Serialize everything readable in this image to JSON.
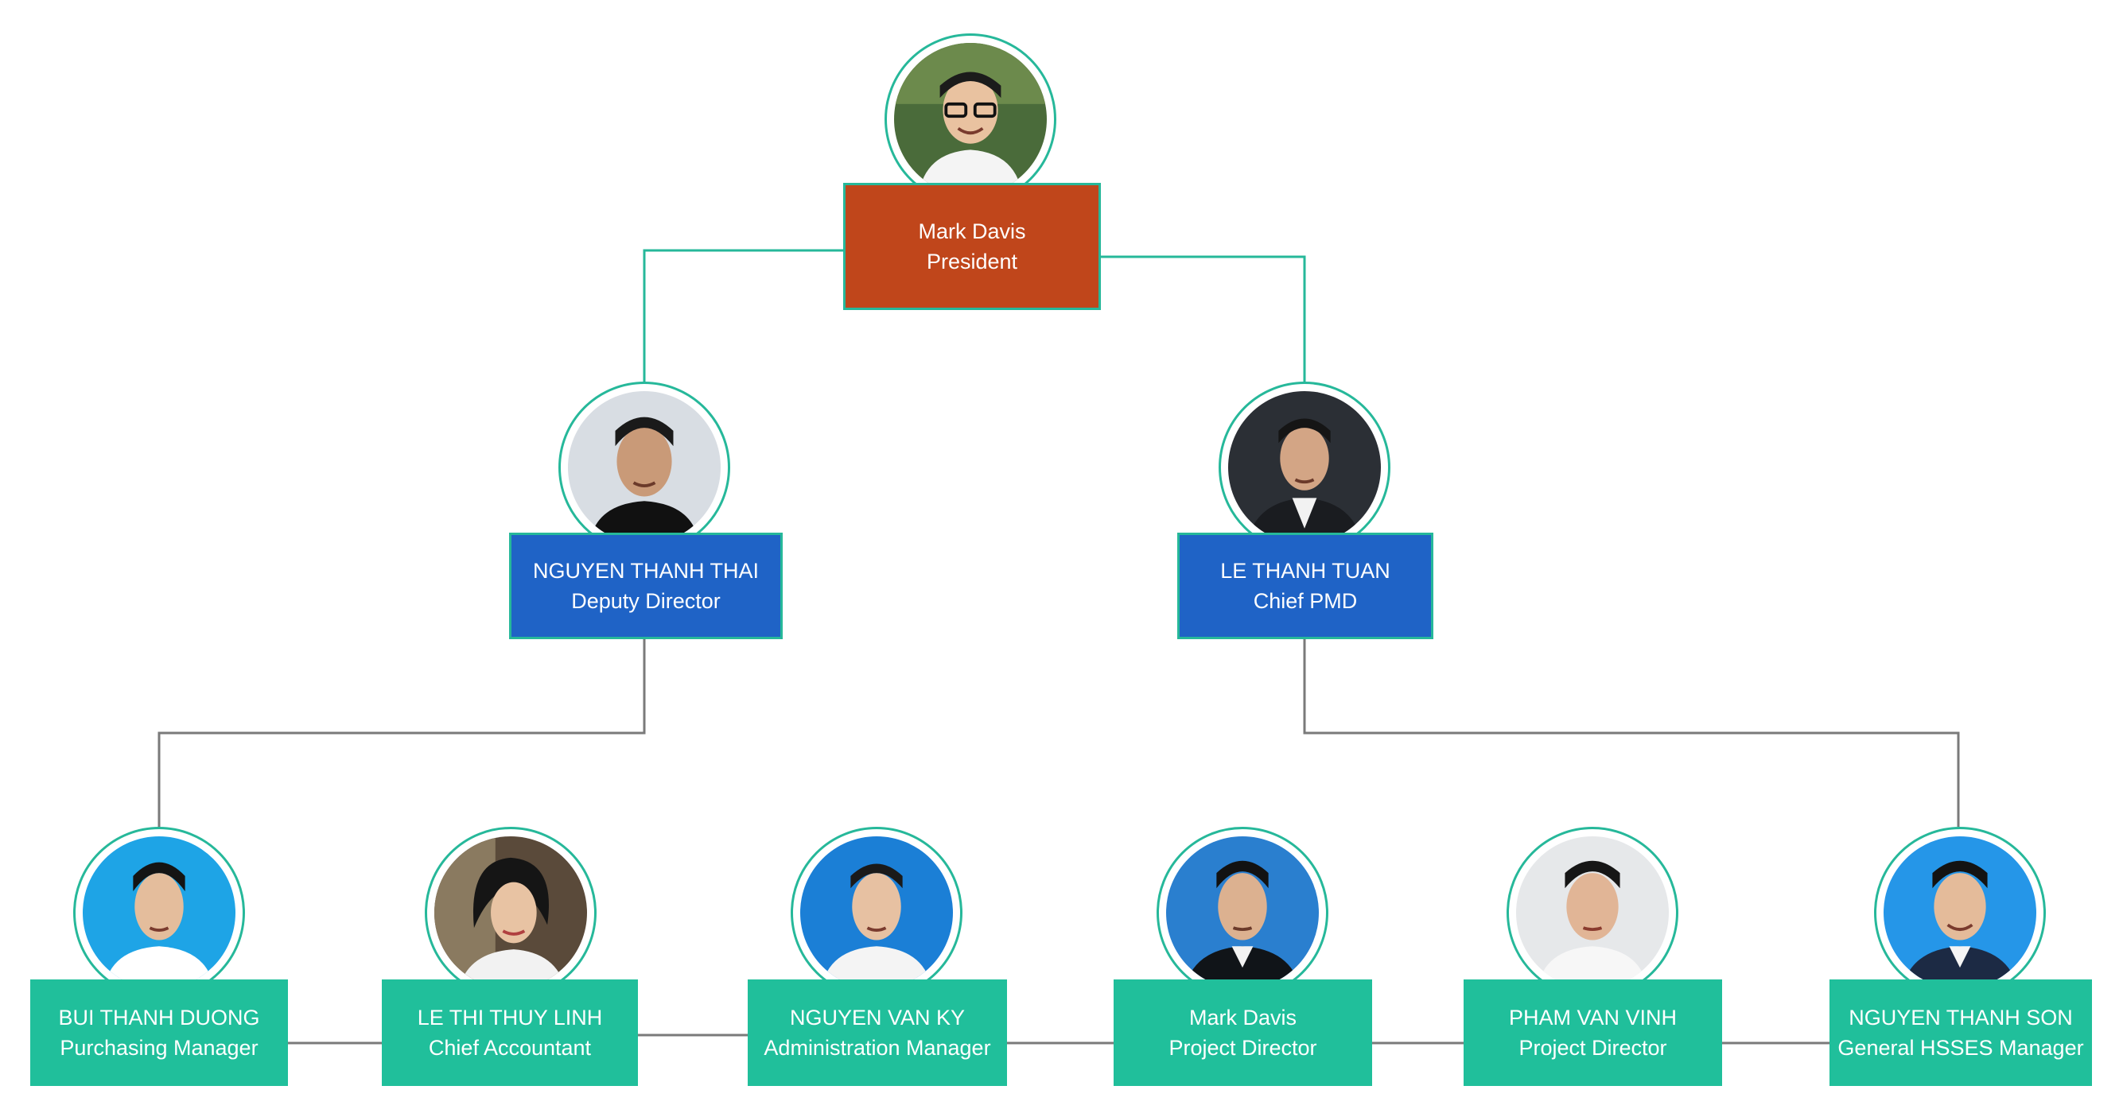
{
  "president": {
    "name": "Mark Davis",
    "title": "President",
    "photo_bg": "#4a6b3a"
  },
  "deputy": {
    "name": "NGUYEN THANH THAI",
    "title": "Deputy Director",
    "photo_bg": "#d8dde3"
  },
  "chief_pmd": {
    "name": "LE THANH TUAN",
    "title": "Chief PMD",
    "photo_bg": "#2b2f35"
  },
  "managers": [
    {
      "name": "BUI THANH DUONG",
      "title": "Purchasing Manager",
      "photo_bg": "#1ea4e6"
    },
    {
      "name": "LE THI THUY LINH",
      "title": "Chief Accountant",
      "photo_bg": "#5a4a3a"
    },
    {
      "name": "NGUYEN VAN KY",
      "title": "Administration Manager",
      "photo_bg": "#1b7fd6"
    },
    {
      "name": "Mark Davis",
      "title": "Project Director",
      "photo_bg": "#2a7fcf"
    },
    {
      "name": "PHAM VAN VINH",
      "title": "Project Director",
      "photo_bg": "#e6e8ea"
    },
    {
      "name": "NGUYEN THANH SON",
      "title": "General HSSES Manager",
      "photo_bg": "#2596e8"
    }
  ],
  "colors": {
    "president_box": "#c0461b",
    "director_box": "#1f63c6",
    "manager_box": "#20bf9b",
    "photo_ring": "#26b89a",
    "connector_top": "#26b89a",
    "connector_bottom": "#7a7a7a"
  },
  "icons": {
    "photo": "person-photo-icon"
  }
}
